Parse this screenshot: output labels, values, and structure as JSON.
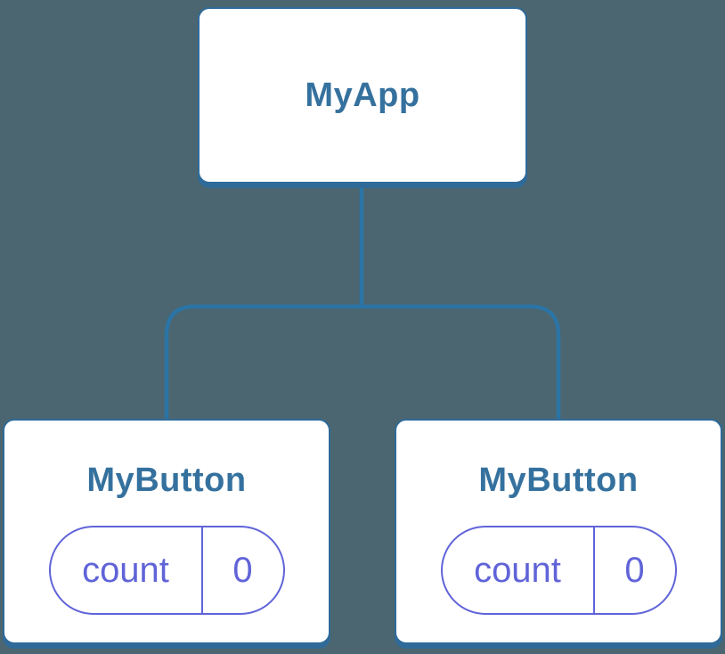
{
  "colors": {
    "background": "#4B6670",
    "line": "#2B74A6",
    "box_border": "#2F6A99",
    "node_text": "#35719E",
    "state": "#6064D8",
    "box_bg": "#FFFFFF"
  },
  "diagram": {
    "root": {
      "label": "MyApp"
    },
    "children": [
      {
        "label": "MyButton",
        "state": {
          "key": "count",
          "value": "0"
        }
      },
      {
        "label": "MyButton",
        "state": {
          "key": "count",
          "value": "0"
        }
      }
    ]
  }
}
